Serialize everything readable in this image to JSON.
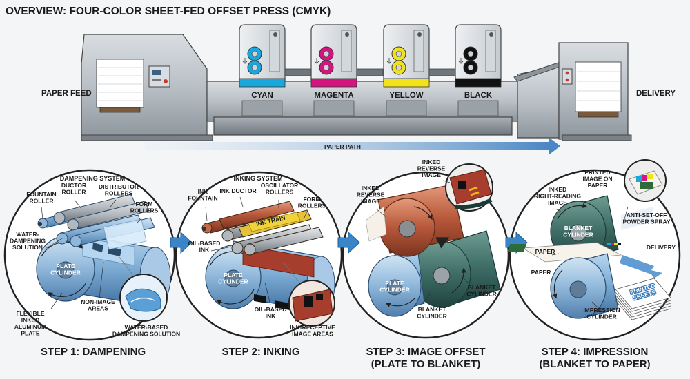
{
  "title": "OVERVIEW: FOUR-COLOR SHEET-FED OFFSET PRESS (CMYK)",
  "press": {
    "paper_feed": "PAPER FEED",
    "delivery": "DELIVERY",
    "paper_path": "PAPER PATH",
    "units": [
      {
        "name": "CYAN",
        "color": "#1aa7dc"
      },
      {
        "name": "MAGENTA",
        "color": "#d4157f"
      },
      {
        "name": "YELLOW",
        "color": "#f2e21a"
      },
      {
        "name": "BLACK",
        "color": "#111111"
      }
    ]
  },
  "steps": [
    {
      "caption": "STEP 1: DAMPENING",
      "header": "DAMPENING SYSTEM",
      "labels": {
        "fountain_roller": [
          "FOUNTAIN",
          "ROLLER"
        ],
        "ductor_roller": [
          "DUCTOR",
          "ROLLER"
        ],
        "distributor_rollers": [
          "DISTRIBUTOR",
          "ROLLERS"
        ],
        "form_rollers": [
          "FORM",
          "ROLLERS"
        ],
        "water_solution": [
          "WATER-",
          "DAMPENING",
          "SOLUTION"
        ],
        "plate_cylinder": [
          "PLATE",
          "CYLINDER"
        ],
        "non_image_areas": [
          "NON-IMAGE",
          "AREAS"
        ],
        "flexible_plate": [
          "FLEXIBLE",
          "INKED",
          "ALUMINUM",
          "PLATE"
        ],
        "water_based": [
          "WATER-BASED",
          "DAMPENING SOLUTION"
        ]
      }
    },
    {
      "caption": "STEP 2: INKING",
      "header": "INKING SYSTEM",
      "labels": {
        "ink_fountain": [
          "INK",
          "FOUNTAIN"
        ],
        "ink_ductor": [
          "INK DUCTOR"
        ],
        "oscillator_rollers": [
          "OSCILLATOR",
          "ROLLERS"
        ],
        "ink_train": "INK TRAIN",
        "form_rollers": [
          "FORM",
          "ROLLERS"
        ],
        "oil_based_ink_left": [
          "OIL-BASED",
          "INK"
        ],
        "plate_cylinder": [
          "PLATE",
          "CYLINDER"
        ],
        "oil_based_ink_bottom": [
          "OIL-BASED",
          "INK"
        ],
        "ink_receptive": [
          "INK-RECEPTIVE",
          "IMAGE AREAS"
        ]
      }
    },
    {
      "caption": [
        "STEP 3: IMAGE OFFSET",
        "(PLATE TO BLANKET)"
      ],
      "labels": {
        "inked_reverse_left": [
          "INKED",
          "REVERSE",
          "IMAGE"
        ],
        "inked_reverse_top": [
          "INKED",
          "REVERSE",
          "IMAGE"
        ],
        "plate_cylinder": [
          "PLATE",
          "CYLINDER"
        ],
        "blanket_cylinder_bottom": [
          "BLANKET",
          "CYLINDER"
        ],
        "blanket_cylinder_right": [
          "BLANKET",
          "CYLINDER"
        ]
      }
    },
    {
      "caption": [
        "STEP 4: IMPRESSION",
        "(BLANKET TO PAPER)"
      ],
      "labels": {
        "printed_image": [
          "PRINTED",
          "IMAGE ON",
          "PAPER"
        ],
        "inked_right_reading": [
          "INKED",
          "RIGHT-READING",
          "IMAGE"
        ],
        "blanket_cylinder": [
          "BLANKET",
          "CYLINDER"
        ],
        "anti_set_off": [
          "ANTI-SET-OFF",
          "POWDER SPRAY"
        ],
        "paper_on_sheet": "PAPER",
        "paper_left": "PAPER",
        "delivery": "DELIVERY",
        "printed_sheets": [
          "PRINTED",
          "SHEETS"
        ],
        "impression_cylinder": [
          "IMPRESSION",
          "CYLINDER"
        ]
      }
    }
  ]
}
